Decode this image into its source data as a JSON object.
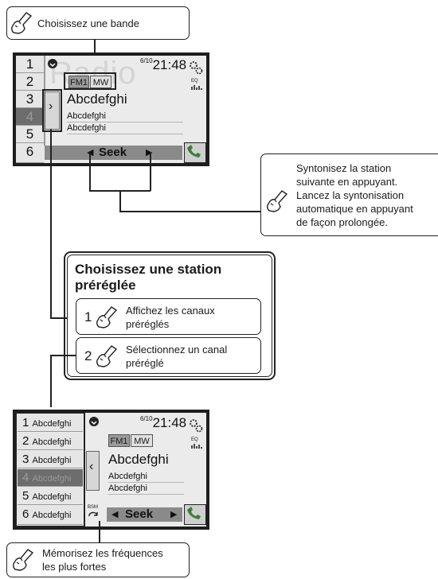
{
  "callouts": {
    "band": "Choisissez une bande",
    "seek": [
      "Syntonisez la station",
      "suivante en appuyant.",
      "Lancez la syntonisation",
      "automatique en appuyant",
      "de façon prolongée."
    ],
    "station_title": [
      "Choisissez une station",
      "préréglée"
    ],
    "step1_num": "1",
    "step1": [
      "Affichez les canaux",
      "préréglés"
    ],
    "step2_num": "2",
    "step2": [
      "Sélectionnez un canal",
      "préréglé"
    ],
    "memorize": [
      "Mémorisez les fréquences",
      "les plus fortes"
    ]
  },
  "screen1": {
    "numbers": [
      "1",
      "2",
      "3",
      "4",
      "5",
      "6"
    ],
    "selected_index": 3,
    "watermark": "Radio",
    "band_fm": "FM1",
    "band_mw": "MW",
    "date": "6/10",
    "time": "21:48",
    "eq": "EQ",
    "station": "Abcdefghi",
    "line1": "Abcdefghi",
    "line2": "Abcdefghi",
    "arrow": "›",
    "seek": "Seek",
    "seek_left": "◀",
    "seek_right": "▶"
  },
  "screen2": {
    "presets": [
      {
        "num": "1",
        "name": "Abcdefghi"
      },
      {
        "num": "2",
        "name": "Abcdefghi"
      },
      {
        "num": "3",
        "name": "Abcdefghi"
      },
      {
        "num": "4",
        "name": "Abcdefghi"
      },
      {
        "num": "5",
        "name": "Abcdefghi"
      },
      {
        "num": "6",
        "name": "Abcdefghi"
      }
    ],
    "selected_index": 3,
    "band_fm": "FM1",
    "band_mw": "MW",
    "date": "6/10",
    "time": "21:48",
    "eq": "EQ",
    "station": "Abcdefghi",
    "line1": "Abcdefghi",
    "line2": "Abcdefghi",
    "arrow": "‹",
    "bsm": "BSM",
    "seek": "Seek",
    "seek_left": "◀",
    "seek_right": "▶"
  },
  "colors": {
    "screen_frame": "#1e1e1e",
    "panel": "#ebebeb",
    "selected": "#6d6d6d",
    "seekbar": "#8a8a8a",
    "phone_button": "#4a8a4a"
  }
}
